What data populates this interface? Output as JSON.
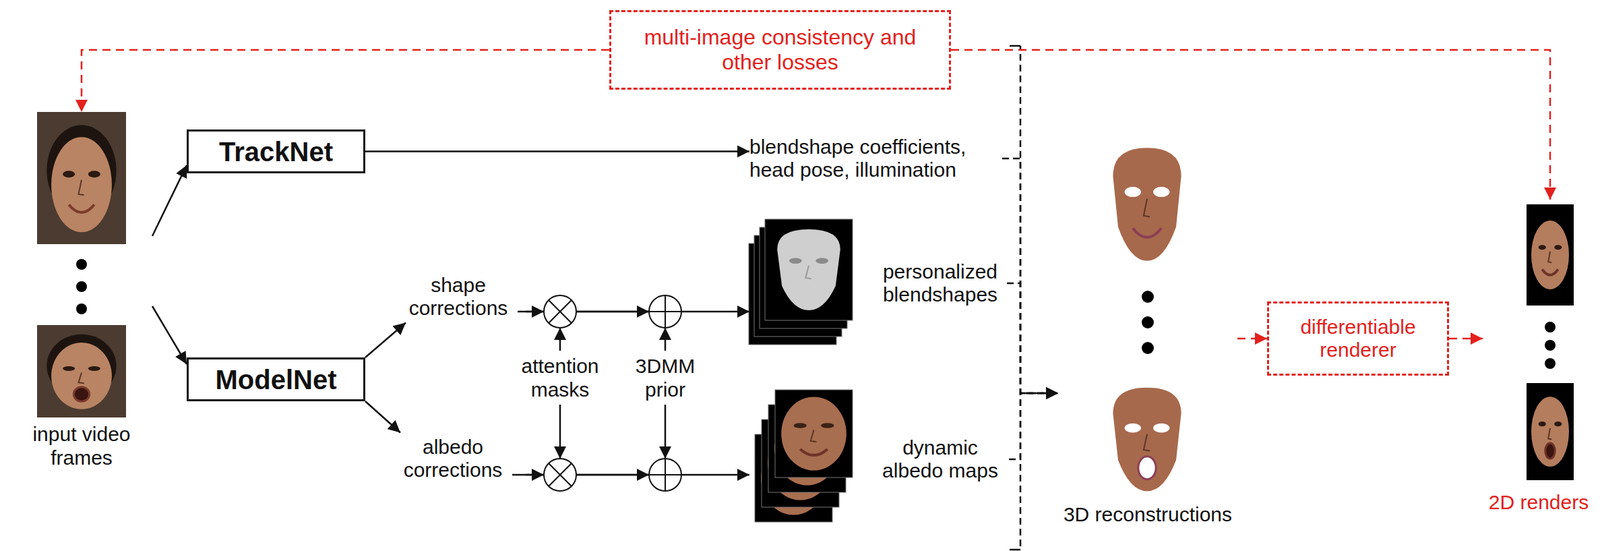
{
  "diagram": {
    "nodes": [
      {
        "text": [
          "multi-image consistency and other losses"
        ]
      },
      {
        "text": [
          "input video frames"
        ]
      },
      {
        "text": [
          "TrackNet"
        ]
      },
      {
        "text": [
          "ModelNet"
        ]
      },
      {
        "text": [
          "blendshape coefficients, head pose, illumination"
        ]
      },
      {
        "text": [
          "shape corrections"
        ]
      },
      {
        "text": [
          "albedo corrections"
        ]
      },
      {
        "text": [
          "personalized blendshapes"
        ]
      },
      {
        "text": [
          "dynamic albedo maps"
        ]
      },
      {
        "text": [
          "3D reconstructions"
        ]
      },
      {
        "text": [
          "differentiable renderer"
        ]
      },
      {
        "text": [
          "2D renders"
        ]
      }
    ],
    "edges": [
      {
        "from": 1,
        "to": 2,
        "arrow": "to"
      },
      {
        "from": 1,
        "to": 3,
        "arrow": "to"
      },
      {
        "from": 2,
        "to": 4,
        "arrow": "to"
      },
      {
        "from": 3,
        "to": 5,
        "arrow": "to"
      },
      {
        "from": 3,
        "to": 6,
        "arrow": "to"
      },
      {
        "from": 5,
        "to": 7,
        "arrow": "to"
      },
      {
        "from": 6,
        "to": 8,
        "arrow": "to"
      },
      {
        "from": 4,
        "to": 9,
        "arrow": "to"
      },
      {
        "from": 7,
        "to": 9,
        "arrow": "to"
      },
      {
        "from": 8,
        "to": 9,
        "arrow": "to"
      },
      {
        "from": 9,
        "to": 10,
        "arrow": "to"
      },
      {
        "from": 10,
        "to": 11,
        "arrow": "to"
      },
      {
        "from": 0,
        "to": 1,
        "arrow": "to"
      },
      {
        "from": 0,
        "to": 11,
        "arrow": "to"
      }
    ],
    "labels": [
      "attention masks",
      "3DMM prior"
    ]
  }
}
